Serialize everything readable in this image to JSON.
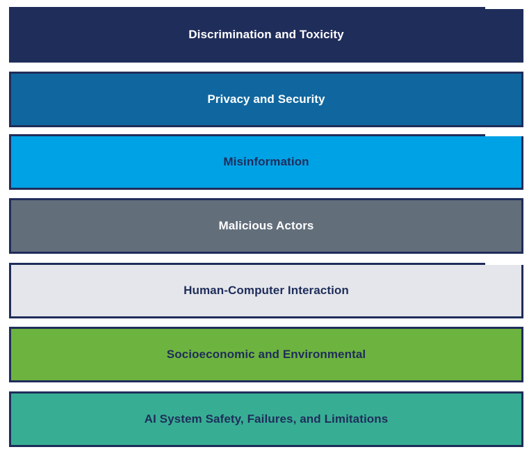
{
  "diagram": {
    "layers": [
      {
        "label": "Discrimination and Toxicity",
        "fill": "#1f2d5a",
        "text_color": "#ffffff"
      },
      {
        "label": "Privacy and Security",
        "fill": "#10679f",
        "text_color": "#ffffff"
      },
      {
        "label": "Misinformation",
        "fill": "#00a2e6",
        "text_color": "#1f2d5a"
      },
      {
        "label": "Malicious Actors",
        "fill": "#636e7b",
        "text_color": "#ffffff"
      },
      {
        "label": "Human-Computer Interaction",
        "fill": "#e4e6eb",
        "text_color": "#1f2d5a"
      },
      {
        "label": "Socioeconomic and Environmental",
        "fill": "#6db33f",
        "text_color": "#1f2d5a"
      },
      {
        "label": "AI System Safety, Failures, and Limitations",
        "fill": "#37ae94",
        "text_color": "#1f2d5a"
      }
    ],
    "border_color": "#1f2d5a"
  }
}
